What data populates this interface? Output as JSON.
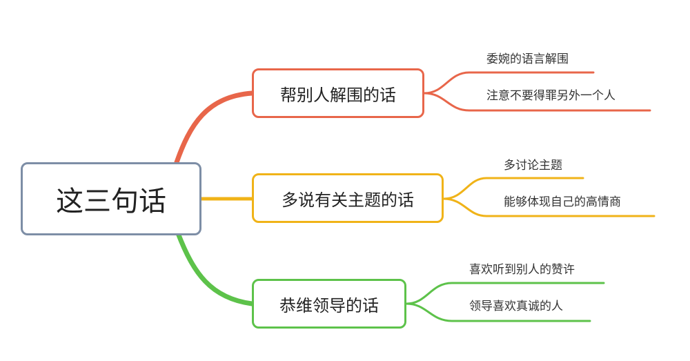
{
  "central": {
    "label": "这三句话",
    "color": "#7d8ea6"
  },
  "branches": [
    {
      "label": "帮别人解围的话",
      "color": "#e8664a",
      "leaves": [
        "委婉的语言解围",
        "注意不要得罪另外一个人"
      ]
    },
    {
      "label": "多说有关主题的话",
      "color": "#f0b318",
      "leaves": [
        "多讨论主题",
        "能够体现自己的高情商"
      ]
    },
    {
      "label": "恭维领导的话",
      "color": "#5dc24a",
      "leaves": [
        "喜欢听到别人的赞许",
        "领导喜欢真诚的人"
      ]
    }
  ]
}
